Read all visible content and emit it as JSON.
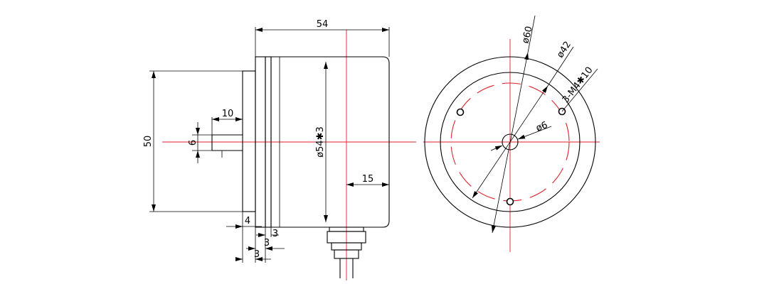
{
  "colors": {
    "outline": "#000000",
    "centerline": "#e0202a",
    "background": "#ffffff"
  },
  "side_view": {
    "dim_length": "54",
    "dim_height": "50",
    "dim_shaft_length": "10",
    "dim_shaft_dia": "6",
    "dim_body_dia": "ø54✱3",
    "dim_cable_offset": "15",
    "dim_flange": "4",
    "dim_gap_1": "3",
    "dim_gap_2": "3",
    "dim_gap_3": "3"
  },
  "front_view": {
    "dim_outer_dia": "ø60",
    "dim_bolt_circle": "ø42",
    "dim_holes": "3-M4✱10",
    "dim_shaft_dia": "ø6"
  }
}
